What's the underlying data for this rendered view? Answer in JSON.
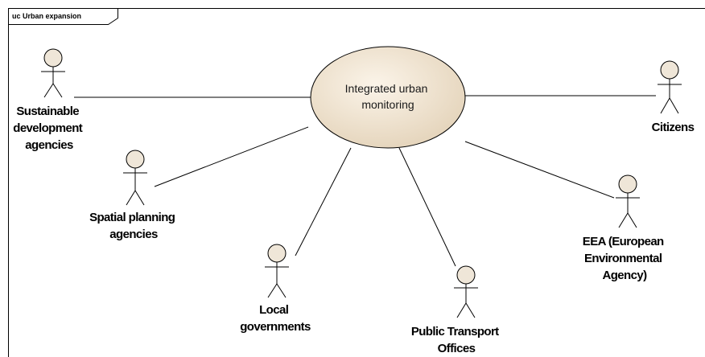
{
  "diagram": {
    "frame_title": "uc Urban expansion",
    "use_case": {
      "id": "integrated-urban-monitoring",
      "lines": [
        "Integrated urban",
        "monitoring"
      ]
    },
    "actors": [
      {
        "id": "sustainable-development-agencies",
        "lines": [
          "Sustainable",
          "development",
          "agencies"
        ]
      },
      {
        "id": "spatial-planning-agencies",
        "lines": [
          "Spatial planning",
          "agencies"
        ]
      },
      {
        "id": "local-governments",
        "lines": [
          "Local",
          "governments"
        ]
      },
      {
        "id": "public-transport-offices",
        "lines": [
          "Public Transport",
          "Offices"
        ]
      },
      {
        "id": "eea",
        "lines": [
          "EEA (European",
          "Environmental",
          "Agency)"
        ]
      },
      {
        "id": "citizens",
        "lines": [
          "Citizens"
        ]
      }
    ],
    "associations": [
      {
        "from": "sustainable-development-agencies",
        "to": "integrated-urban-monitoring"
      },
      {
        "from": "spatial-planning-agencies",
        "to": "integrated-urban-monitoring"
      },
      {
        "from": "local-governments",
        "to": "integrated-urban-monitoring"
      },
      {
        "from": "public-transport-offices",
        "to": "integrated-urban-monitoring"
      },
      {
        "from": "eea",
        "to": "integrated-urban-monitoring"
      },
      {
        "from": "citizens",
        "to": "integrated-urban-monitoring"
      }
    ],
    "colors": {
      "actor_fill": "#efe6d8",
      "usecase_fill_light": "#fbf4e9",
      "usecase_fill_dark": "#e3d2b8",
      "line": "#000000"
    }
  }
}
